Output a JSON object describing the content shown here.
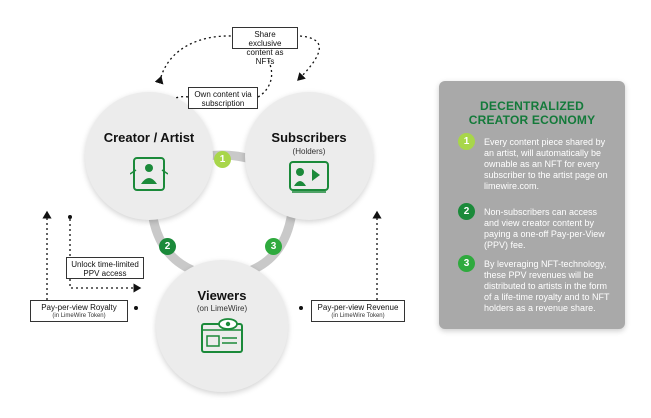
{
  "nodes": {
    "creator": {
      "title": "Creator / Artist"
    },
    "subscribers": {
      "title": "Subscribers",
      "subtitle": "(Holders)"
    },
    "viewers": {
      "title": "Viewers",
      "subtitle": "(on LimeWire)"
    }
  },
  "connectors": {
    "one": "1",
    "two": "2",
    "three": "3"
  },
  "callouts": {
    "share_exclusive": "Share exclusive content as NFTs",
    "own_content": "Own content via subscription",
    "unlock": "Unlock time-limited PPV access",
    "ppv_royalty": "Pay-per-view Royalty",
    "ppv_royalty_sub": "(in LimeWire Token)",
    "ppv_revenue": "Pay-per-view Revenue",
    "ppv_revenue_sub": "(in LimeWire Token)"
  },
  "panel": {
    "title_line1": "DECENTRALIZED",
    "title_line2": "CREATOR ECONOMY",
    "items": [
      {
        "num": "1",
        "text": "Every content piece shared by an artist, will automatically be ownable as an NFT for every subscriber to the artist page on limewire.com."
      },
      {
        "num": "2",
        "text": "Non-subscribers can access and view creator content by paying a one-off Pay-per-View (PPV) fee."
      },
      {
        "num": "3",
        "text": "By leveraging NFT-technology, these PPV revenues will be distributed to artists in the form of a life-time royalty and to NFT holders as a revenue share."
      }
    ]
  },
  "colors": {
    "dark_green": "#1b8a3a",
    "light_green": "#a8d64a",
    "mid_green": "#2faa3e",
    "panel_bg": "#a9a9a9",
    "panel_title": "#137a3a",
    "circle_bg": "#ececec"
  },
  "icons": [
    "artist-tablet-icon",
    "video-player-icon",
    "eye-browser-icon"
  ]
}
